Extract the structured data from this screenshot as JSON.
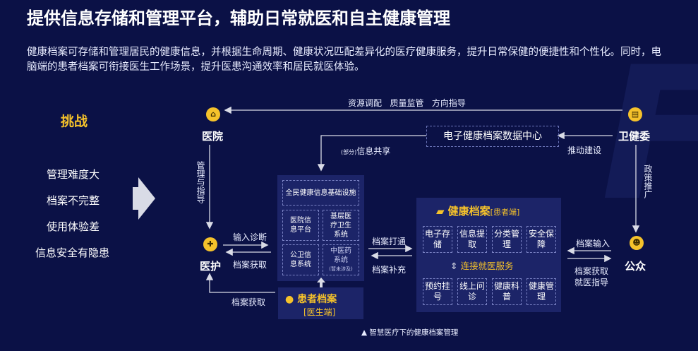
{
  "title": "提供信息存储和管理平台，辅助日常就医和自主健康管理",
  "description": "健康档案可存储和管理居民的健康信息，并根据生命周期、健康状况匹配差异化的医疗健康服务，提升日常保健的便捷性和个性化。同时，电脑端的患者档案可衔接医生工作场景，提升医患沟通效率和居民就医体验。",
  "challenges": {
    "title": "挑战",
    "items": [
      "管理难度大",
      "档案不完整",
      "使用体验差",
      "信息安全有隐患"
    ]
  },
  "nodes": {
    "hospital": "医院",
    "health_commission": "卫健委",
    "medical_staff": "医护",
    "public": "公众"
  },
  "data_center": "电子健康档案数据中心",
  "edges": {
    "top": "资源调配   质量监管   方向指导",
    "push_build": "推动建设",
    "info_share_prefix": "(部分)",
    "info_share": "信息共享",
    "mgmt_guide": "管理与指导",
    "gov_push": "政策推广",
    "input_diag": "输入诊断",
    "archive_get_1": "档案获取",
    "archive_get_2": "档案获取",
    "archive_connect": "档案打通",
    "archive_supplement": "档案补充",
    "archive_input": "档案输入",
    "archive_get_guide_1": "档案获取",
    "archive_get_guide_2": "就医指导"
  },
  "infra": {
    "title": "全民健康信息基础设施",
    "cells": [
      {
        "label": "医院信息平台"
      },
      {
        "label": "基层医疗卫生系统"
      },
      {
        "label": "公卫信息系统"
      },
      {
        "label": "中医药系统",
        "sub": "(暂未涉及)"
      }
    ]
  },
  "patient_archive": {
    "title": "健康档案",
    "subtitle": "[患者端]",
    "top_cells": [
      "电子存储",
      "信息提取",
      "分类管理",
      "安全保障"
    ],
    "connect": "连接就医服务",
    "bottom_cells": [
      "预约挂号",
      "线上问诊",
      "健康科普",
      "健康管理"
    ]
  },
  "doctor_archive": {
    "title": "患者档案",
    "subtitle": "[医生端]"
  },
  "footer": "▲ 智慧医疗下的健康档案管理",
  "colors": {
    "background": "#0b1146",
    "accent": "#f5c22b",
    "panel": "#1c2468",
    "line": "#d9dbe6"
  }
}
